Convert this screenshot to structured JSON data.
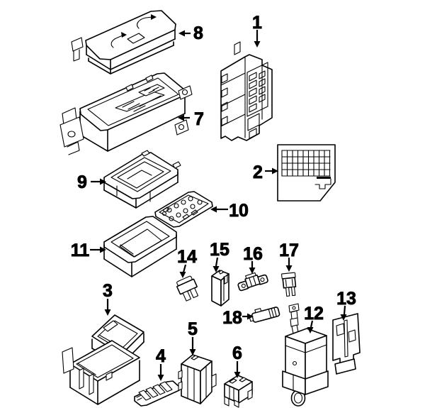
{
  "figure": {
    "background_color": "#ffffff",
    "line_color": "#000000",
    "callouts": [
      {
        "label": "1",
        "arrow_direction": "down"
      },
      {
        "label": "2",
        "arrow_direction": "right"
      },
      {
        "label": "3",
        "arrow_direction": "down"
      },
      {
        "label": "4",
        "arrow_direction": "down"
      },
      {
        "label": "5",
        "arrow_direction": "down"
      },
      {
        "label": "6",
        "arrow_direction": "down"
      },
      {
        "label": "7",
        "arrow_direction": "left"
      },
      {
        "label": "8",
        "arrow_direction": "left"
      },
      {
        "label": "9",
        "arrow_direction": "right"
      },
      {
        "label": "10",
        "arrow_direction": "left"
      },
      {
        "label": "11",
        "arrow_direction": "right"
      },
      {
        "label": "12",
        "arrow_direction": "down"
      },
      {
        "label": "13",
        "arrow_direction": "down"
      },
      {
        "label": "14",
        "arrow_direction": "down"
      },
      {
        "label": "15",
        "arrow_direction": "down"
      },
      {
        "label": "16",
        "arrow_direction": "down"
      },
      {
        "label": "17",
        "arrow_direction": "down"
      },
      {
        "label": "18",
        "arrow_direction": "right"
      }
    ]
  }
}
